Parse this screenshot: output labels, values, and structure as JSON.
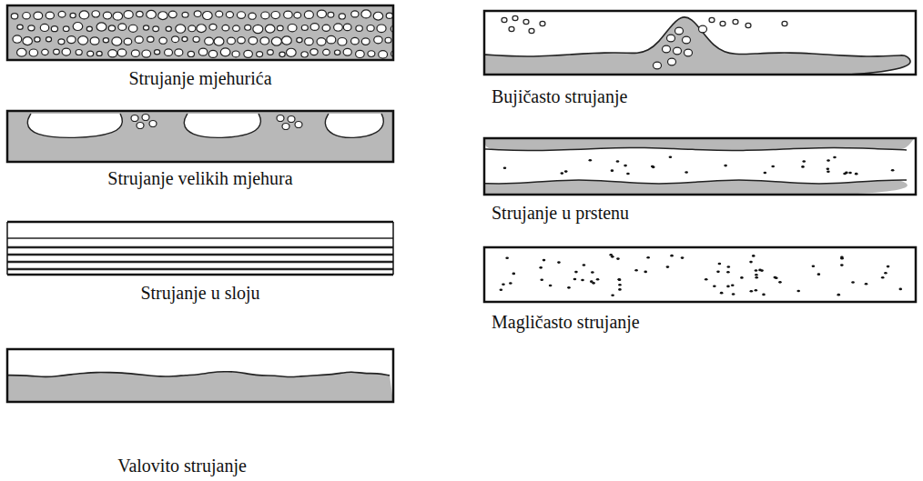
{
  "diagram": {
    "labels": [
      "Strujanje mjehurića",
      "Strujanje velikih mjehura",
      "Strujanje u sloju",
      "Valovito strujanje",
      "Bujičasto strujanje",
      "Strujanje u prstenu",
      "Magličasto strujanje"
    ]
  }
}
